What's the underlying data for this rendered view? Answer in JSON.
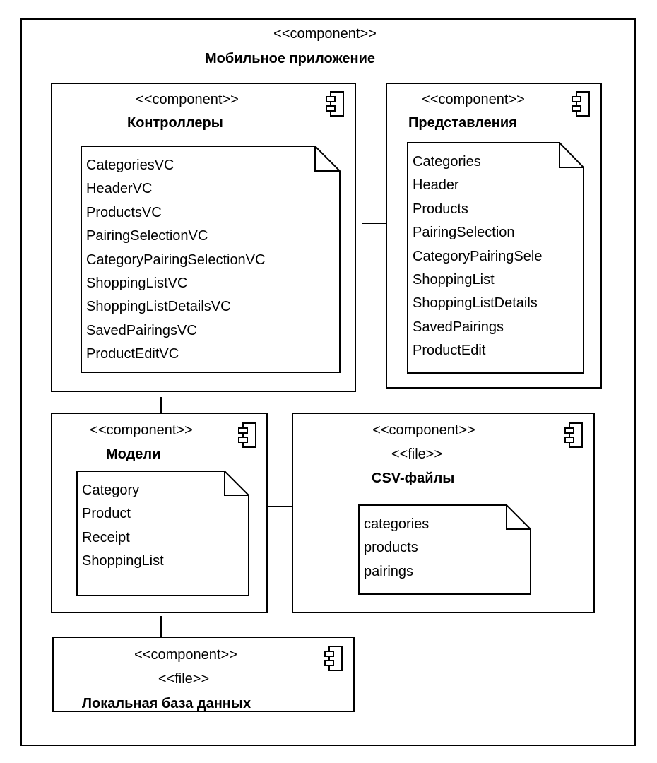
{
  "outer": {
    "stereotype": "<<component>>",
    "title": "Мобильное приложение"
  },
  "controllers": {
    "stereotype": "<<component>>",
    "title": "Контроллеры",
    "items": [
      "CategoriesVC",
      "HeaderVC",
      "ProductsVC",
      "PairingSelectionVC",
      "CategoryPairingSelectionVC",
      "ShoppingListVC",
      "ShoppingListDetailsVC",
      "SavedPairingsVC",
      "ProductEditVC"
    ]
  },
  "views": {
    "stereotype": "<<component>>",
    "title": "Представления",
    "items": [
      "Categories",
      "Header",
      "Products",
      "PairingSelection",
      "CategoryPairingSele",
      "ShoppingList",
      "ShoppingListDetails",
      "SavedPairings",
      "ProductEdit"
    ]
  },
  "models": {
    "stereotype": "<<component>>",
    "title": "Модели",
    "items": [
      "Category",
      "Product",
      "Receipt",
      "ShoppingList"
    ]
  },
  "csv": {
    "stereotype": "<<component>>",
    "stereotype2": "<<file>>",
    "title": "CSV-файлы",
    "items": [
      "categories",
      "products",
      "pairings"
    ]
  },
  "localdb": {
    "stereotype": "<<component>>",
    "stereotype2": "<<file>>",
    "title": "Локальная база данных"
  },
  "icons": {
    "component": "component-icon",
    "note": "note-icon"
  }
}
